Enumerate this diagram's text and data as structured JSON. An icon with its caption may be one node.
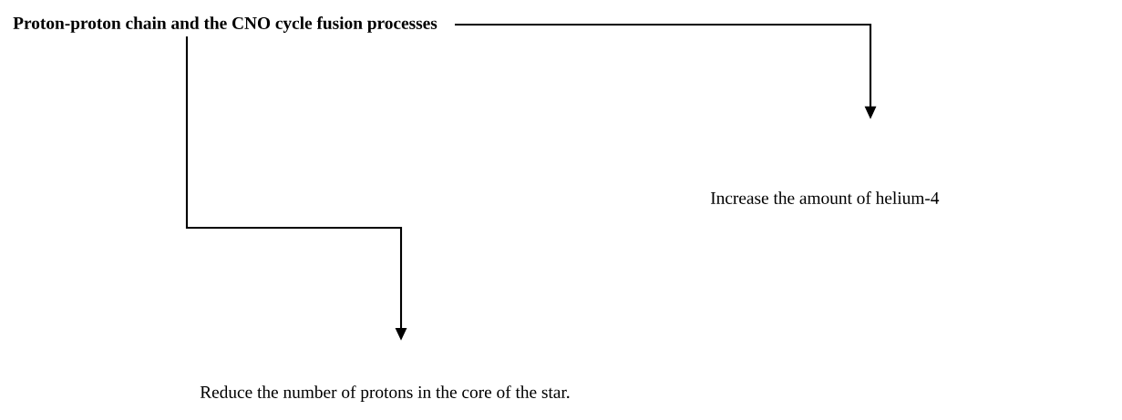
{
  "diagram": {
    "nodes": [
      {
        "text": [
          "Proton-proton chain and the CNO cycle fusion processes"
        ]
      },
      {
        "text": [
          "Increase the amount of helium-4"
        ]
      },
      {
        "text": [
          "Reduce the number of protons in the core of the star."
        ]
      }
    ],
    "edges": [
      {
        "from": 0,
        "to": 1,
        "arrow": "to"
      },
      {
        "from": 0,
        "to": 2,
        "arrow": "to"
      }
    ]
  }
}
